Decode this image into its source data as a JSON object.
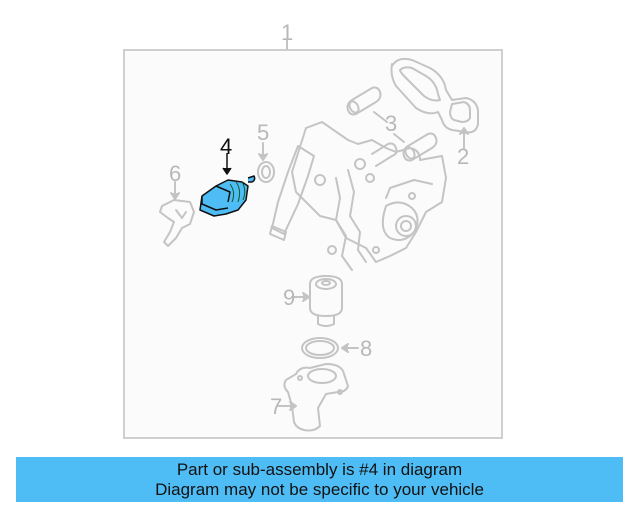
{
  "diagram": {
    "assembly_callout": "1",
    "highlighted_part": "4",
    "callouts": [
      {
        "id": "1",
        "label": "1"
      },
      {
        "id": "2",
        "label": "2"
      },
      {
        "id": "3",
        "label": "3"
      },
      {
        "id": "4",
        "label": "4"
      },
      {
        "id": "5",
        "label": "5"
      },
      {
        "id": "6",
        "label": "6"
      },
      {
        "id": "7",
        "label": "7"
      },
      {
        "id": "8",
        "label": "8"
      },
      {
        "id": "9",
        "label": "9"
      }
    ],
    "colors": {
      "line_gray": "#c4c4c4",
      "highlight_fill": "#4fbdf5",
      "banner_bg": "#4fbdf5",
      "frame_border": "#cfcfcf"
    }
  },
  "banner": {
    "line1": "Part or sub-assembly is #4 in diagram",
    "line2": "Diagram may not be specific to your vehicle"
  }
}
